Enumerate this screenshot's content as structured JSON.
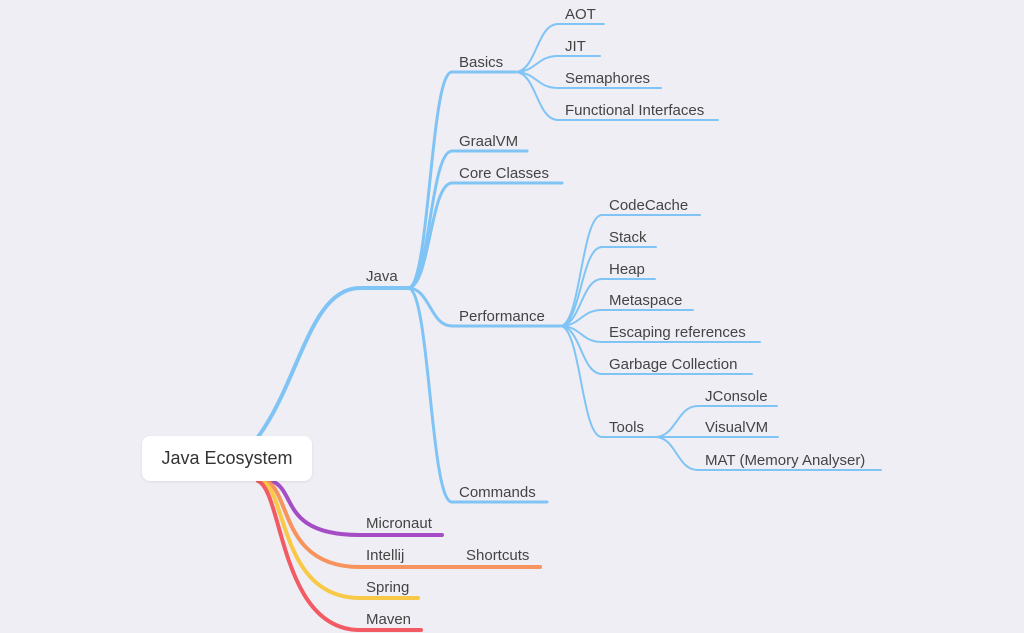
{
  "root": {
    "label": "Java Ecosystem"
  },
  "colors": {
    "background": "#efeef4",
    "java": "#7fc4f4",
    "micronaut": "#a54dc4",
    "intellij": "#f7935d",
    "spring": "#f7c947",
    "maven": "#f25a64"
  },
  "nodes": {
    "java": "Java",
    "basics": "Basics",
    "aot": "AOT",
    "jit": "JIT",
    "semaphores": "Semaphores",
    "functional_interfaces": "Functional Interfaces",
    "graalvm": "GraalVM",
    "core_classes": "Core Classes",
    "performance": "Performance",
    "codecache": "CodeCache",
    "stack": "Stack",
    "heap": "Heap",
    "metaspace": "Metaspace",
    "escaping_references": "Escaping references",
    "garbage_collection": "Garbage Collection",
    "tools": "Tools",
    "jconsole": "JConsole",
    "visualvm": "VisualVM",
    "mat": "MAT (Memory Analyser)",
    "commands": "Commands",
    "micronaut": "Micronaut",
    "intellij": "Intellij",
    "shortcuts": "Shortcuts",
    "spring": "Spring",
    "maven": "Maven"
  }
}
